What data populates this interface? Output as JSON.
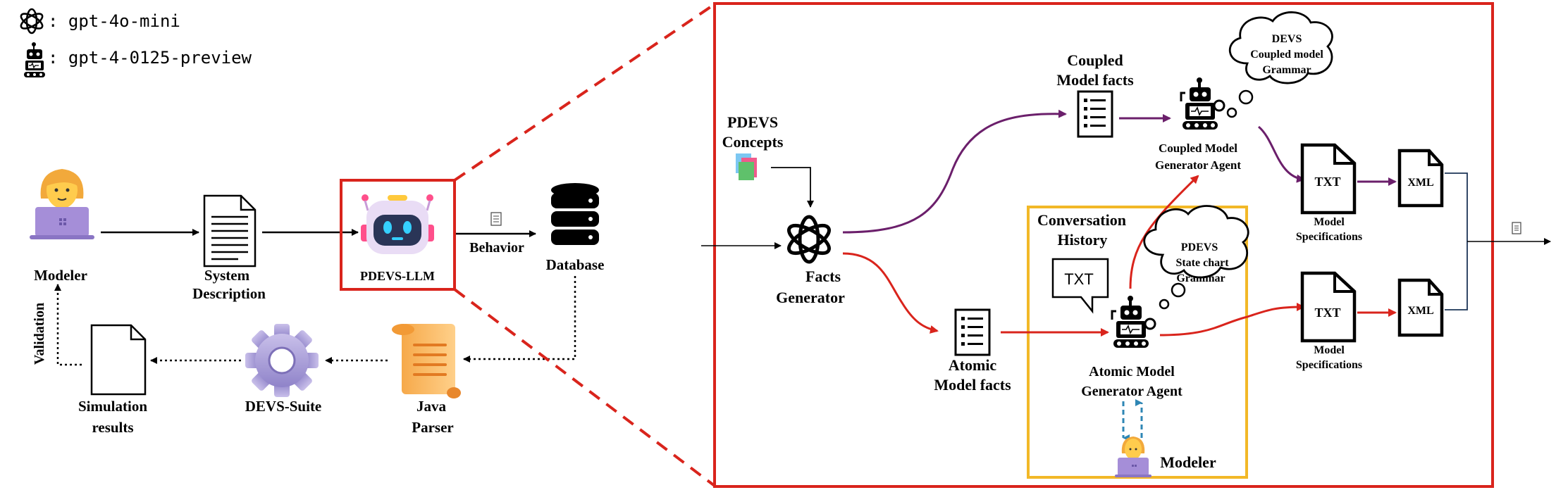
{
  "legend": {
    "items": [
      {
        "icon": "openai-logo-icon",
        "label": ": gpt-4o-mini"
      },
      {
        "icon": "robot-icon",
        "label": ": gpt-4-0125-preview"
      }
    ]
  },
  "left_flow": {
    "modeler": "Modeler",
    "system_description_1": "System",
    "system_description_2": "Description",
    "pdevs_llm": "PDEVS-LLM",
    "behavior": "Behavior",
    "database": "Database",
    "simulation_results_1": "Simulation",
    "simulation_results_2": "results",
    "devs_suite": "DEVS-Suite",
    "java_parser_1": "Java",
    "java_parser_2": "Parser",
    "validation": "Validation"
  },
  "detail": {
    "pdevs_concepts_1": "PDEVS",
    "pdevs_concepts_2": "Concepts",
    "facts_generator_1": "Facts",
    "facts_generator_2": "Generator",
    "coupled_model_facts_1": "Coupled",
    "coupled_model_facts_2": "Model facts",
    "atomic_model_facts_1": "Atomic",
    "atomic_model_facts_2": "Model facts",
    "coupled_agent_1": "Coupled Model",
    "coupled_agent_2": "Generator Agent",
    "atomic_agent_1": "Atomic Model",
    "atomic_agent_2": "Generator Agent",
    "devs_grammar_1": "DEVS",
    "devs_grammar_2": "Coupled model",
    "devs_grammar_3": "Grammar",
    "pdevs_grammar_1": "PDEVS",
    "pdevs_grammar_2": "State chart",
    "pdevs_grammar_3": "Grammar",
    "conversation_history_1": "Conversation",
    "conversation_history_2": "History",
    "txt_bubble": "TXT",
    "txt_doc_top": "TXT",
    "txt_doc_bottom": "TXT",
    "xml_top": "XML",
    "xml_bottom": "XML",
    "model_spec_top_1": "Model",
    "model_spec_top_2": "Specifications",
    "model_spec_bottom_1": "Model",
    "model_spec_bottom_2": "Specifications",
    "modeler": "Modeler"
  },
  "colors": {
    "red": "#d9241c",
    "purple": "#6b1f6b",
    "gold": "#f2b827",
    "teal": "#2e86b4",
    "black": "#000000"
  }
}
